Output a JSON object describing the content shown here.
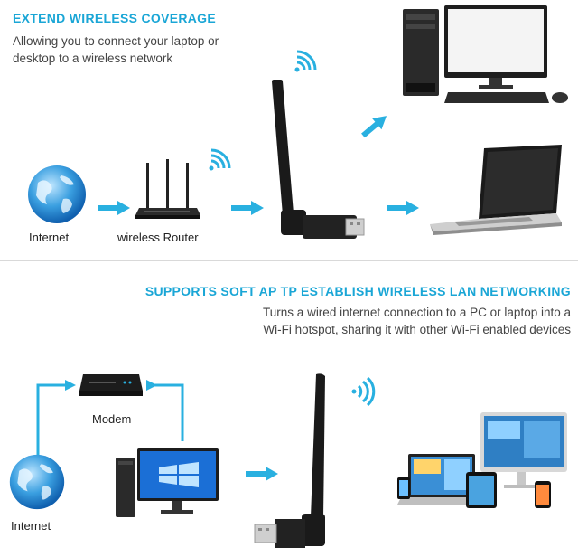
{
  "section1": {
    "title": "EXTEND WIRELESS COVERAGE",
    "subtitle_line1": "Allowing you to connect your laptop or",
    "subtitle_line2": "desktop to a wireless network",
    "labels": {
      "internet": "Internet",
      "router": "wireless Router"
    }
  },
  "section2": {
    "title": "SUPPORTS SOFT AP TP ESTABLISH WIRELESS LAN NETWORKING",
    "subtitle_line1": "Turns a wired internet connection to a PC or laptop into a",
    "subtitle_line2": "Wi-Fi hotspot, sharing it with other Wi-Fi enabled devices",
    "labels": {
      "modem": "Modem",
      "internet": "Internet"
    }
  },
  "colors": {
    "accent": "#1aa6d6",
    "arrow": "#29b0e0",
    "device": "#1a1a1a"
  },
  "icons": [
    "globe-icon",
    "router-icon",
    "wifi-icon",
    "usb-adapter-icon",
    "desktop-pc-icon",
    "laptop-icon",
    "modem-icon",
    "devices-group-icon",
    "arrow-icon"
  ]
}
